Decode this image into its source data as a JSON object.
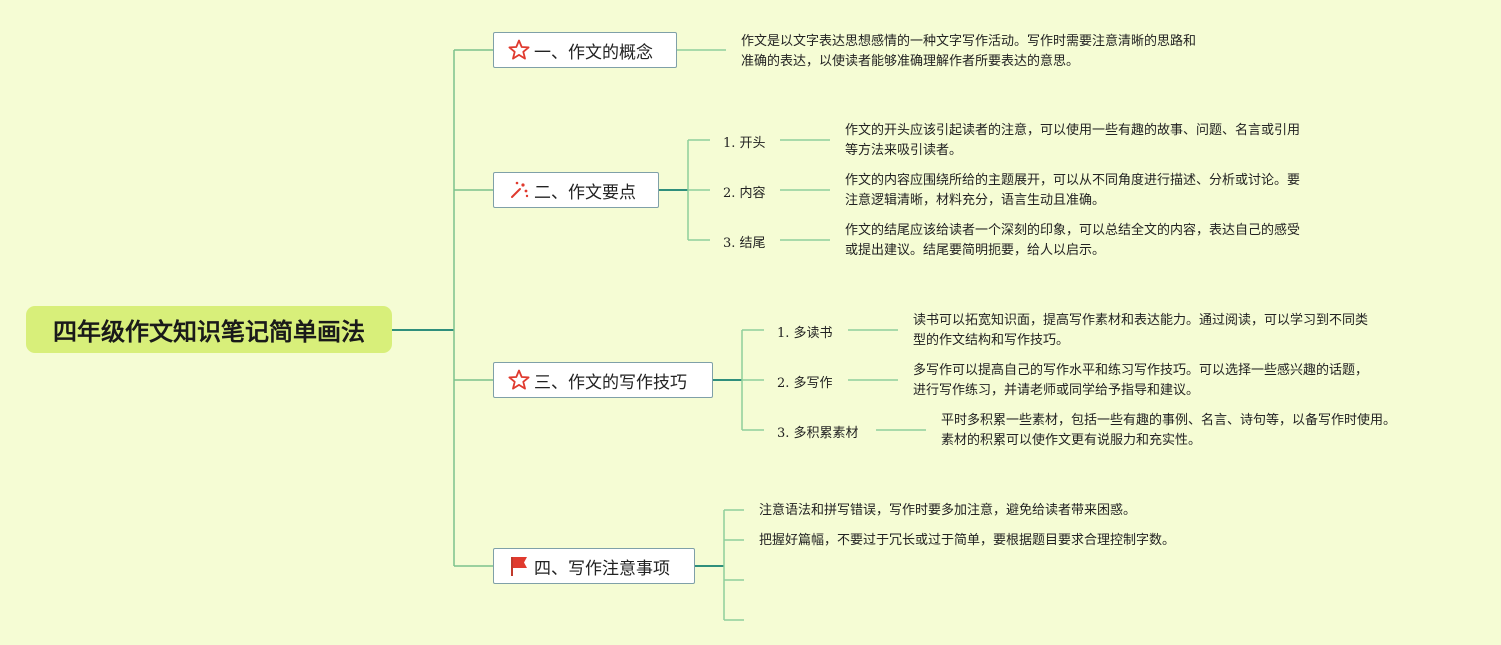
{
  "root": {
    "title": "四年级作文知识笔记简单画法"
  },
  "colors": {
    "background": "#f5fcd4",
    "root_fill": "#d8ef7a",
    "line_teal": "#2f8f7c",
    "line_green": "#8fcf9b",
    "icon_red": "#e03a2e"
  },
  "topics": [
    {
      "icon": "star-icon",
      "label": "一、作文的概念",
      "desc": "作文是以文字表达思想感情的一种文字写作活动。写作时需要注意清晰的思路和\n准确的表达，以使读者能够准确理解作者所要表达的意思。"
    },
    {
      "icon": "sparkle-icon",
      "label": "二、作文要点",
      "children": [
        {
          "label": "1. 开头",
          "desc": "作文的开头应该引起读者的注意，可以使用一些有趣的故事、问题、名言或引用\n等方法来吸引读者。"
        },
        {
          "label": "2. 内容",
          "desc": "作文的内容应围绕所给的主题展开，可以从不同角度进行描述、分析或讨论。要\n注意逻辑清晰，材料充分，语言生动且准确。"
        },
        {
          "label": "3. 结尾",
          "desc": "作文的结尾应该给读者一个深刻的印象，可以总结全文的内容，表达自己的感受\n或提出建议。结尾要简明扼要，给人以启示。"
        }
      ]
    },
    {
      "icon": "star-icon",
      "label": "三、作文的写作技巧",
      "children": [
        {
          "label": "1. 多读书",
          "desc": "读书可以拓宽知识面，提高写作素材和表达能力。通过阅读，可以学习到不同类\n型的作文结构和写作技巧。"
        },
        {
          "label": "2. 多写作",
          "desc": "多写作可以提高自己的写作水平和练习写作技巧。可以选择一些感兴趣的话题，\n进行写作练习，并请老师或同学给予指导和建议。"
        },
        {
          "label": "3. 多积累素材",
          "desc": "平时多积累一些素材，包括一些有趣的事例、名言、诗句等，以备写作时使用。\n素材的积累可以使作文更有说服力和充实性。"
        }
      ]
    },
    {
      "icon": "flag-icon",
      "label": "四、写作注意事项",
      "notes": [
        "注意语法和拼写错误，写作时要多加注意，避免给读者带来困惑。",
        "把握好篇幅，不要过于冗长或过于简单，要根据题目要求合理控制字数。",
        "",
        ""
      ]
    }
  ]
}
